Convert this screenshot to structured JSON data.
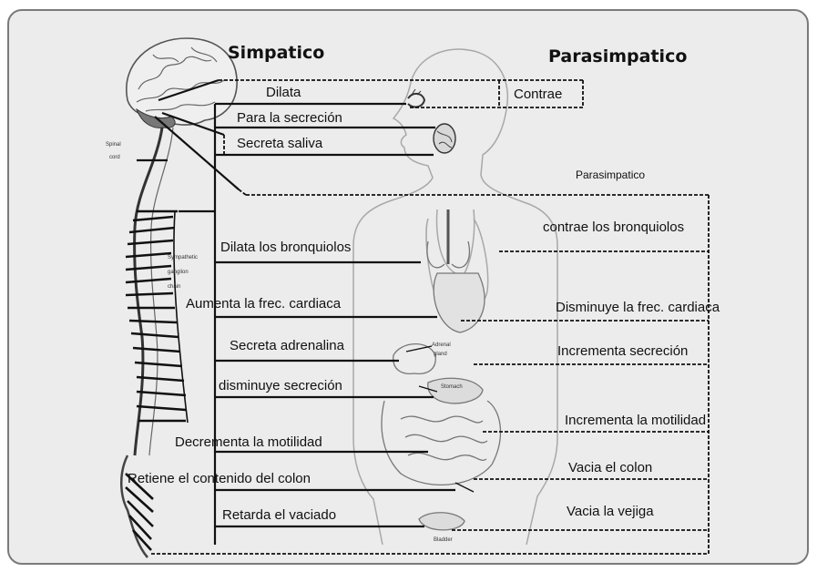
{
  "headers": {
    "sympathetic": "Simpatico",
    "parasympathetic": "Parasimpatico",
    "parasympathetic_sub": "Parasimpatico"
  },
  "sympathetic_labels": [
    "Dilata",
    "Para la secreción",
    "Secreta saliva",
    "Dilata los bronquiolos",
    "Aumenta la frec. cardiaca",
    "Secreta adrenalina",
    "disminuye secreción",
    "Decrementa la motilidad",
    "Retiene el contenido del colon",
    "Retarda el vaciado"
  ],
  "parasympathetic_labels": [
    "Contrae",
    "contrae los bronquiolos",
    "Disminuye la frec. cardiaca",
    "Incrementa secreción",
    "Incrementa la motilidad",
    "Vacia el colon",
    "Vacia la vejiga"
  ],
  "anatomy_labels": {
    "spinal_cord": [
      "Spinal",
      "cord"
    ],
    "ganglion_chain": [
      "Sympathetic",
      "ganglion",
      "chain"
    ],
    "adrenal": [
      "Adrenal",
      "gland"
    ],
    "stomach": "Stomach",
    "bladder": "Bladder"
  },
  "colors": {
    "line": "#111111",
    "outline": "#9a9a9a",
    "background": "#ececec"
  }
}
